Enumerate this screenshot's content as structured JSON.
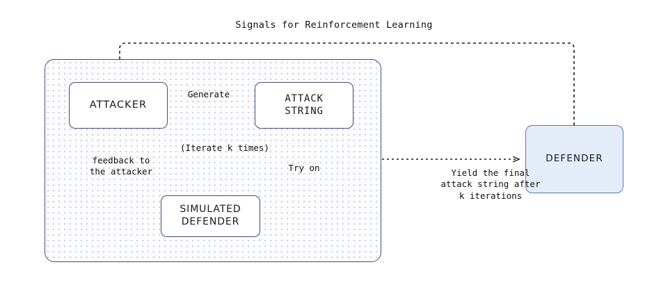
{
  "diagram": {
    "title": "Signals for Reinforcement Learning",
    "nodes": {
      "attacker": "ATTACKER",
      "attack_string": "ATTACK\nSTRING",
      "simulated_defender": "SIMULATED\nDEFENDER",
      "defender": "DEFENDER"
    },
    "edge_labels": {
      "generate": "Generate",
      "iterate": "(Iterate k times)",
      "feedback": "feedback to\nthe attacker",
      "try_on": "Try on",
      "yield": "Yield the final\nattack string after\nk iterations"
    },
    "colors": {
      "box_border": "#3c4f7c",
      "box_fill": "#ffffff",
      "defender_fill": "#e4ecfa",
      "defender_border": "#5b79b8",
      "container_fill": "#fdfdff",
      "container_dot": "#c7cfe4",
      "connector": "#1a1a1a",
      "text": "#111111",
      "page_background": "#ffffff"
    }
  }
}
